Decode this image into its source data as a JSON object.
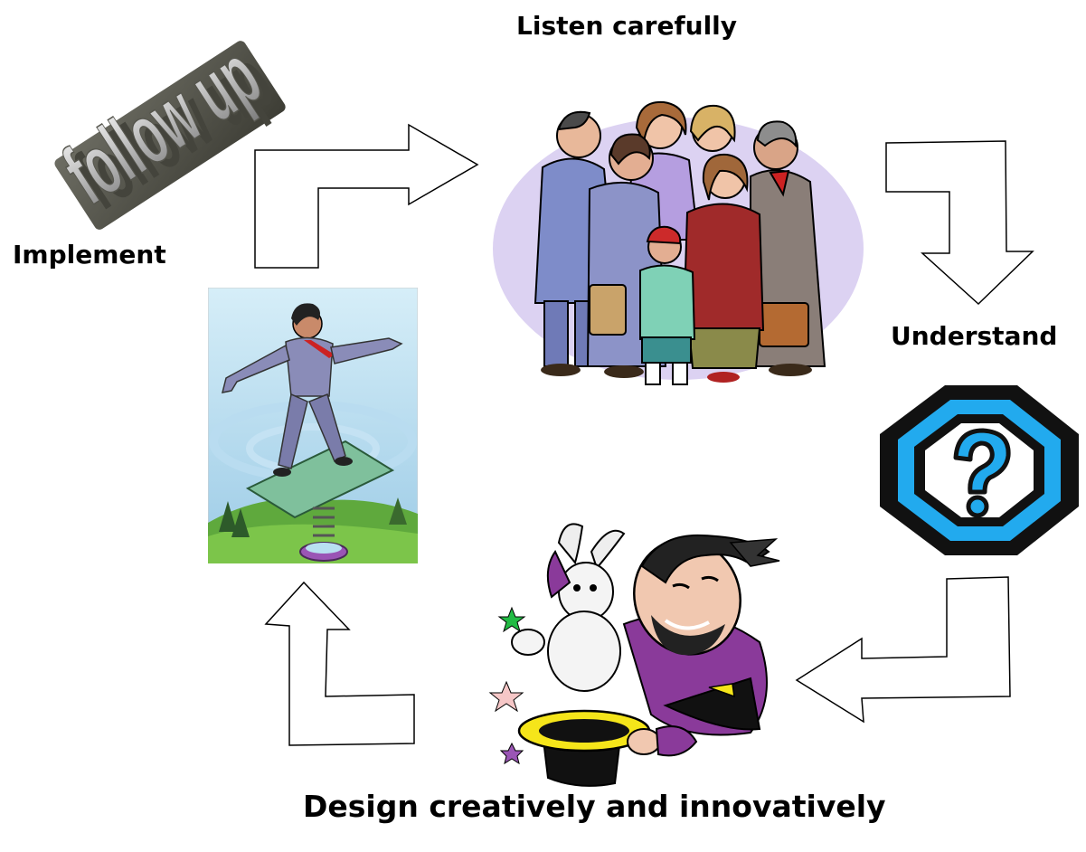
{
  "steps": {
    "listen": "Listen carefully",
    "understand": "Understand",
    "design": "Design creatively and innovatively",
    "implement": "Implement"
  },
  "logo_text": "follow up",
  "icons": {
    "listen": "people-group-clipart",
    "understand": "question-mark-icon",
    "design": "magician-with-rabbit-clipart",
    "implement": "businessman-on-springboard-clipart",
    "follow_up": "follow-up-3d-text-logo"
  },
  "colors": {
    "question_ring": "#22aaee",
    "magician_purple": "#8a3a9a",
    "hat_yellow": "#f5e51a"
  }
}
